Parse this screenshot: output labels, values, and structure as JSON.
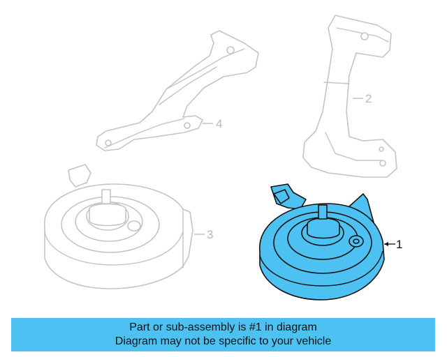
{
  "callouts": {
    "part1": "1",
    "part2": "2",
    "part3": "3",
    "part4": "4"
  },
  "banner": {
    "line1": "Part or sub-assembly is #1 in diagram",
    "line2": "Diagram may not be specific to your vehicle"
  },
  "colors": {
    "highlight": "#4dc1f2",
    "ghost_outline": "#c4c4c4",
    "banner": "#4dc1f2"
  }
}
